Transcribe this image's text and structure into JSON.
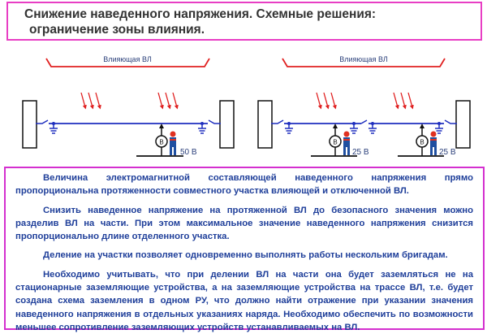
{
  "title": {
    "line1": "Снижение наведенного напряжения. Схемные решения:",
    "line2": "ограничение зоны влияния."
  },
  "diagram_left": {
    "influencing_line_label": "Влияющая ВЛ",
    "meter_label": "В",
    "voltage": "50 В"
  },
  "diagram_right": {
    "influencing_line_label": "Влияющая ВЛ",
    "meter_label": "В",
    "voltage_1": "25 В",
    "voltage_2": "25 В"
  },
  "colors": {
    "line": "#1f2fbf",
    "arrows": "#e02020",
    "border": "#e040c8",
    "text": "#1f3f9a"
  },
  "paragraphs": [
    "Величина электромагнитной составляющей наведенного напряжения прямо пропорциональна протяженности совместного участка влияющей и отключенной ВЛ.",
    "Снизить наведенное напряжение на протяженной ВЛ до безопасного значения можно разделив ВЛ на части. При этом максимальное значение наведенного напряжения снизится пропорционально длине отделенного участка.",
    "Деление на участки позволяет одновременно выполнять работы нескольким бригадам.",
    "Необходимо учитывать, что при делении ВЛ на части она будет заземляться не на стационарные заземляющие устройства, а на заземляющие устройства на трассе ВЛ, т.е. будет создана схема заземления в одном РУ, что должно найти отражение при указании значения наведенного напряжения в отдельных указаниях наряда. Необходимо обеспечить по возможности меньшее сопротивление заземляющих устройств устанавливаемых на ВЛ."
  ]
}
